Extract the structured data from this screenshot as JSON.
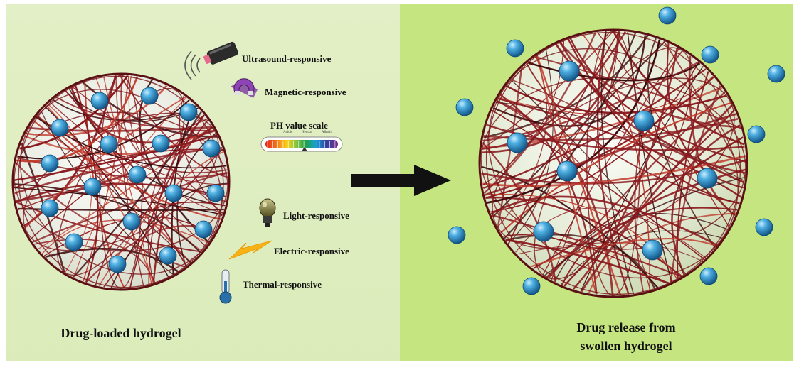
{
  "colors": {
    "left_background": "#dbecba",
    "right_background": "#c4e57f",
    "network_fiber": "#8b1a1f",
    "drug_particle": "#2f8fc8",
    "arrow": "#111111"
  },
  "stimuli": [
    {
      "label": "Ultrasound-responsive",
      "icon": "ultrasound-probe-icon"
    },
    {
      "label": "Magnetic-responsive",
      "icon": "horseshoe-magnet-icon"
    },
    {
      "label": "PH value scale",
      "icon": "ph-scale-bar-icon"
    },
    {
      "label": "Light-responsive",
      "icon": "light-bulb-icon"
    },
    {
      "label": "Electric-responsive",
      "icon": "lightning-bolt-icon"
    },
    {
      "label": "Thermal-responsive",
      "icon": "thermometer-icon"
    }
  ],
  "ph_scale_marks": [
    "Acidic",
    "Neutral",
    "Alkalin"
  ],
  "captions": {
    "left": "Drug-loaded hydrogel",
    "right_line1": "Drug release from",
    "right_line2": "swollen hydrogel"
  }
}
